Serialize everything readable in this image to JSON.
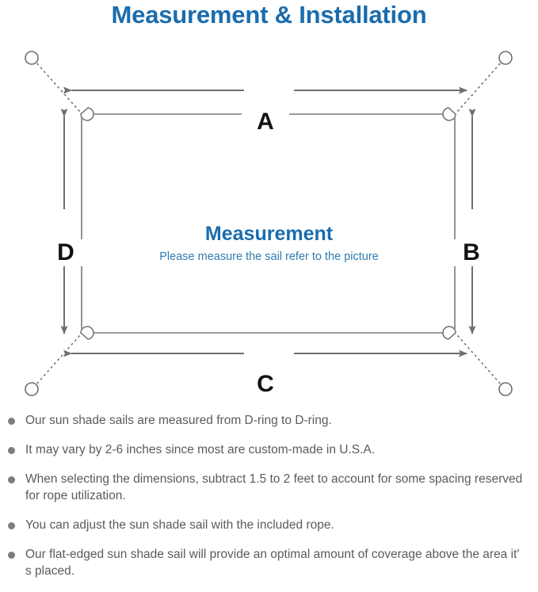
{
  "page": {
    "title": "Measurement & Installation",
    "title_color": "#1a6cae",
    "background": "#ffffff"
  },
  "diagram": {
    "name": "sun-shade-sail-measurement-diagram",
    "center": {
      "heading": "Measurement",
      "subheading": "Please measure the sail refer to the picture",
      "heading_color": "#1a6cae",
      "subheading_color": "#2f7cb4"
    },
    "dimension_labels": [
      {
        "id": "A",
        "text": "A",
        "position": "top",
        "orientation": "horizontal"
      },
      {
        "id": "B",
        "text": "B",
        "position": "right",
        "orientation": "vertical"
      },
      {
        "id": "C",
        "text": "C",
        "position": "bottom",
        "orientation": "horizontal"
      },
      {
        "id": "D",
        "text": "D",
        "position": "left",
        "orientation": "vertical"
      }
    ],
    "corners": [
      {
        "id": "top-left",
        "ring": "d-ring",
        "anchor": "anchor-point"
      },
      {
        "id": "top-right",
        "ring": "d-ring",
        "anchor": "anchor-point"
      },
      {
        "id": "bottom-left",
        "ring": "d-ring",
        "anchor": "anchor-point"
      },
      {
        "id": "bottom-right",
        "ring": "d-ring",
        "anchor": "anchor-point"
      }
    ],
    "line_color": "#6f6f6f",
    "sail_border_color": "#7a7a7a",
    "rope_style": "dotted"
  },
  "notes": [
    {
      "text": "Our sun shade sails are measured from D-ring to D-ring."
    },
    {
      "text": "It may vary by 2-6 inches since most are custom-made in U.S.A."
    },
    {
      "text": "When selecting the dimensions, subtract 1.5 to 2 feet to account for some spacing reserved for rope utilization."
    },
    {
      "text": "You can adjust the sun shade sail with the included rope."
    },
    {
      "text": "Our flat-edged sun shade sail will provide an optimal amount of coverage above the area it′ s placed."
    }
  ]
}
